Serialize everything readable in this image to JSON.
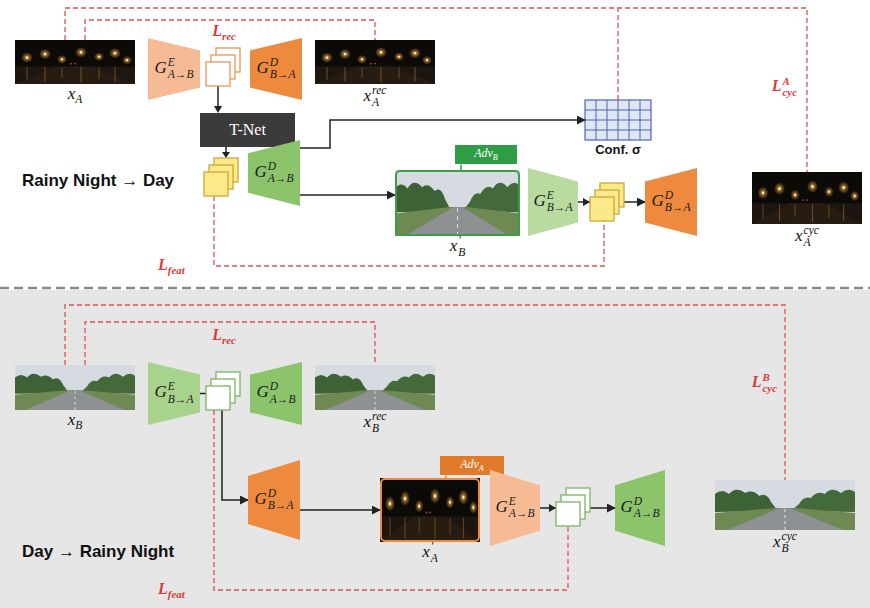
{
  "diagram": {
    "nodes": [
      {
        "text": [
          "xA"
        ]
      },
      {
        "text": [
          "GA→BE"
        ]
      },
      {
        "text": [
          "GB→AD"
        ]
      },
      {
        "text": [
          "xArec"
        ]
      },
      {
        "text": [
          "T-Net"
        ]
      },
      {
        "text": [
          "Conf. σ"
        ]
      },
      {
        "text": [
          "GA→BD"
        ]
      },
      {
        "text": [
          "AdvB"
        ]
      },
      {
        "text": [
          "xB′"
        ]
      },
      {
        "text": [
          "GB→AE"
        ]
      },
      {
        "text": [
          "GB→AD"
        ]
      },
      {
        "text": [
          "xAcyc"
        ]
      },
      {
        "text": [
          "xB"
        ]
      },
      {
        "text": [
          "GB→AE"
        ]
      },
      {
        "text": [
          "GA→BD"
        ]
      },
      {
        "text": [
          "xBrec"
        ]
      },
      {
        "text": [
          "AdvA"
        ]
      },
      {
        "text": [
          "GB→AD"
        ]
      },
      {
        "text": [
          "xA′"
        ]
      },
      {
        "text": [
          "GA→BE"
        ]
      },
      {
        "text": [
          "GA→BD"
        ]
      },
      {
        "text": [
          "xBcyc"
        ]
      }
    ],
    "edges": [
      {
        "from": 0,
        "to": 3,
        "arrow": "none",
        "label": "Lrec"
      },
      {
        "from": 0,
        "to": 11,
        "arrow": "none",
        "label": "LcycA"
      },
      {
        "from": 6,
        "to": 8,
        "arrow": "to"
      },
      {
        "from": 6,
        "to": 5,
        "arrow": "to"
      },
      {
        "from": 9,
        "to": 10,
        "arrow": "to"
      },
      {
        "from": 12,
        "to": 15,
        "arrow": "none",
        "label": "Lrec"
      },
      {
        "from": 12,
        "to": 21,
        "arrow": "none",
        "label": "LcycB"
      },
      {
        "from": 13,
        "to": 17,
        "arrow": "to"
      },
      {
        "from": 17,
        "to": 18,
        "arrow": "to"
      },
      {
        "from": 19,
        "to": 20,
        "arrow": "to"
      },
      {
        "from": 7,
        "to": 8,
        "arrow": "none"
      },
      {
        "from": 16,
        "to": 18,
        "arrow": "none"
      }
    ],
    "labels": [
      "Rainy Night → Day",
      "Lfeat",
      "Day → Rainy Night",
      "Lfeat"
    ]
  }
}
